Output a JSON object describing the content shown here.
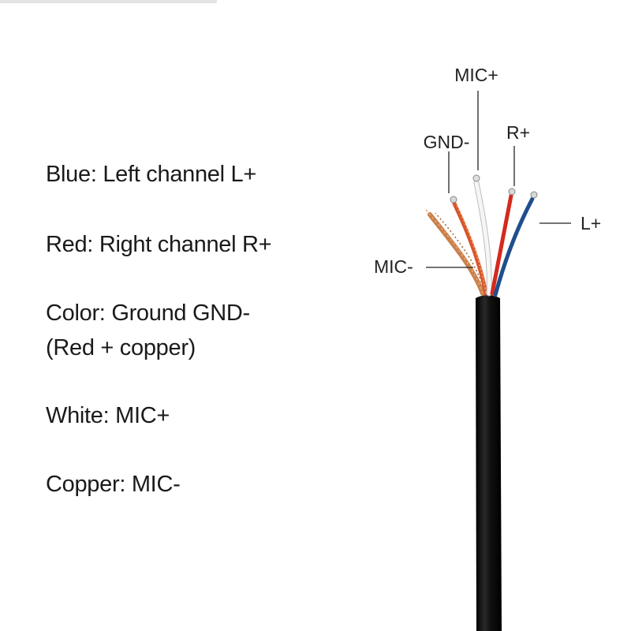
{
  "legend": [
    {
      "text": "Blue: Left channel L+"
    },
    {
      "text": "Red: Right channel R+"
    },
    {
      "text": "Color: Ground GND-",
      "continuation": "(Red + copper)"
    },
    {
      "text": "White: MIC+"
    },
    {
      "text": "Copper: MIC-"
    }
  ],
  "wire_labels": {
    "mic_plus": "MIC+",
    "gnd_minus": "GND-",
    "r_plus": "R+",
    "l_plus": "L+",
    "mic_minus": "MIC-"
  },
  "wire_colors": {
    "blue": "#1f4e8c",
    "red": "#d42a1e",
    "white": "#f4f4f4",
    "copper": "#c9804a",
    "ground": "#d9542a",
    "cable": "#0b0b0b"
  }
}
